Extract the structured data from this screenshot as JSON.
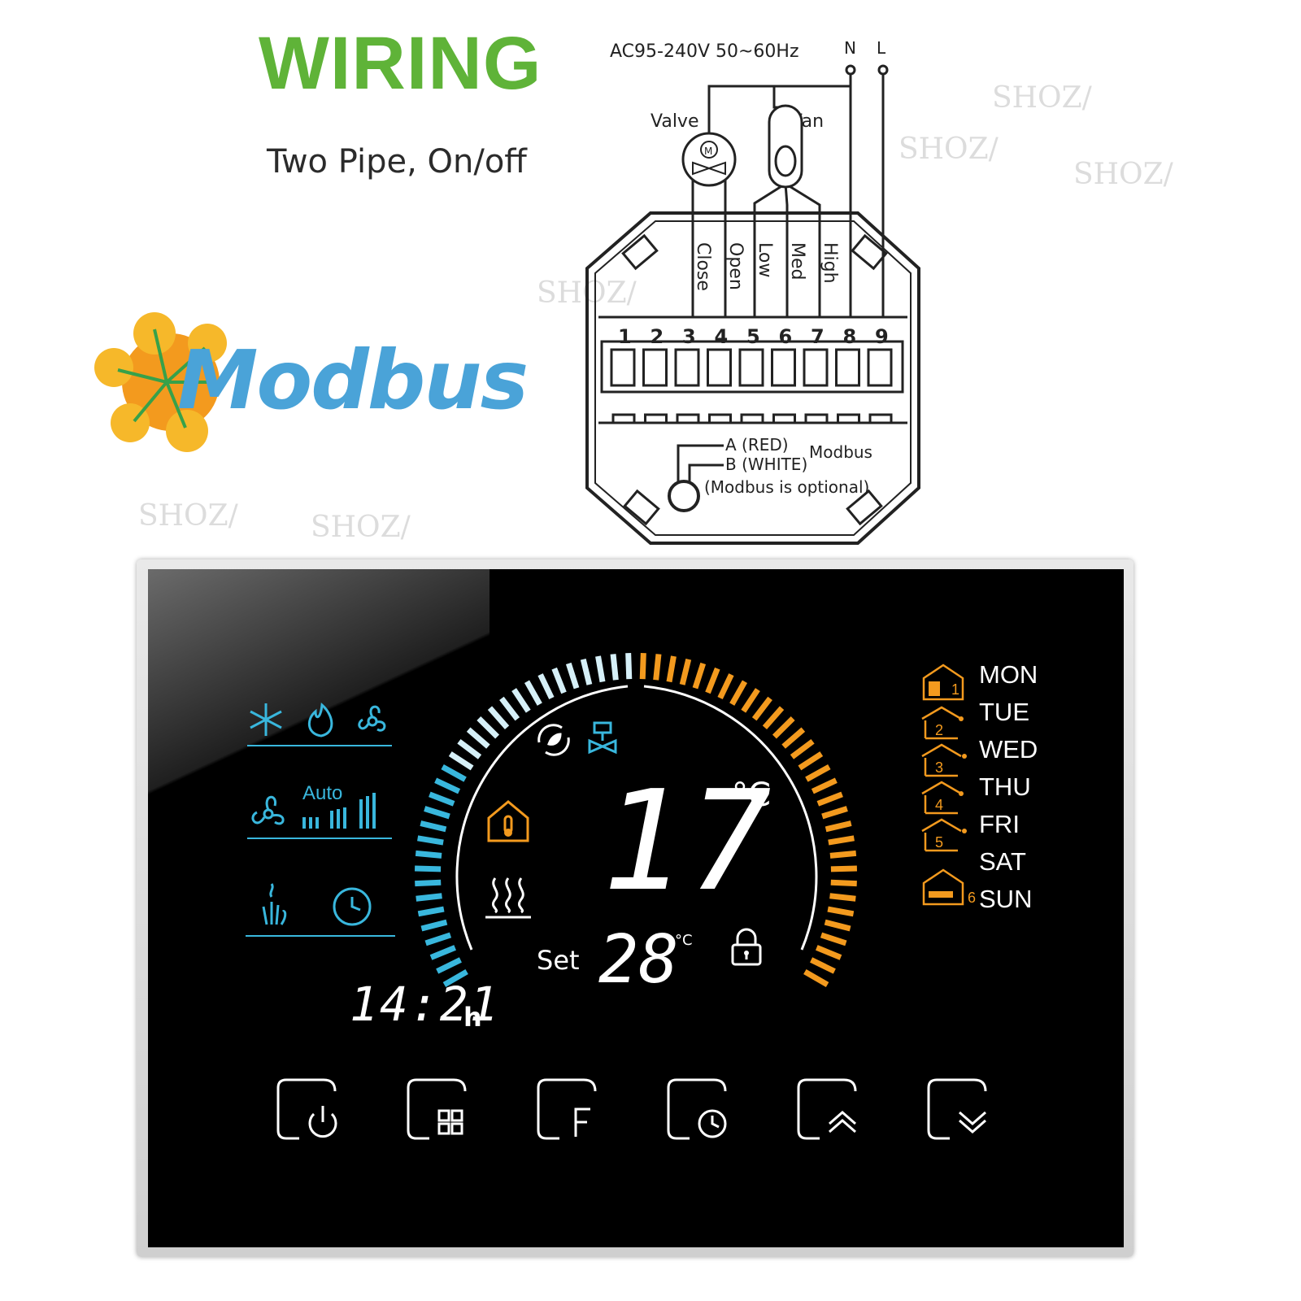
{
  "header": {
    "title": "WIRING",
    "subtitle": "Two Pipe, On/off"
  },
  "logo": {
    "text": "Modbus"
  },
  "diagram": {
    "power": "AC95-240V  50~60Hz",
    "n_label": "N",
    "l_label": "L",
    "valve_label": "Valve",
    "fan_label": "Fan",
    "motor_label": "M",
    "terminal_labels": [
      "Close",
      "Open",
      "Low",
      "Med",
      "High"
    ],
    "terminal_numbers": [
      "1",
      "2",
      "3",
      "4",
      "5",
      "6",
      "7",
      "8",
      "9"
    ],
    "modbus_a": "A (RED)",
    "modbus_b": "B (WHITE)",
    "modbus_label": "Modbus",
    "modbus_note": "(Modbus is optional)"
  },
  "watermark": "SHOZ/",
  "thermostat": {
    "current_temp": "17",
    "temp_unit": "°C",
    "set_label": "Set",
    "set_temp": "28",
    "set_unit": "°C",
    "clock": "14:21",
    "clock_unit": "h",
    "fan_auto_label": "Auto",
    "days": [
      "MON",
      "TUE",
      "WED",
      "THU",
      "FRI",
      "SAT",
      "SUN"
    ],
    "program_numbers": [
      "1",
      "2",
      "3",
      "4",
      "5",
      "6"
    ],
    "colors": {
      "cool": "#39b7dd",
      "warm": "#f39a1e",
      "display": "#ffffff"
    },
    "buttons": [
      "power-icon",
      "menu-icon",
      "fahrenheit-icon",
      "clock-icon",
      "up-arrow-icon",
      "down-arrow-icon"
    ]
  }
}
